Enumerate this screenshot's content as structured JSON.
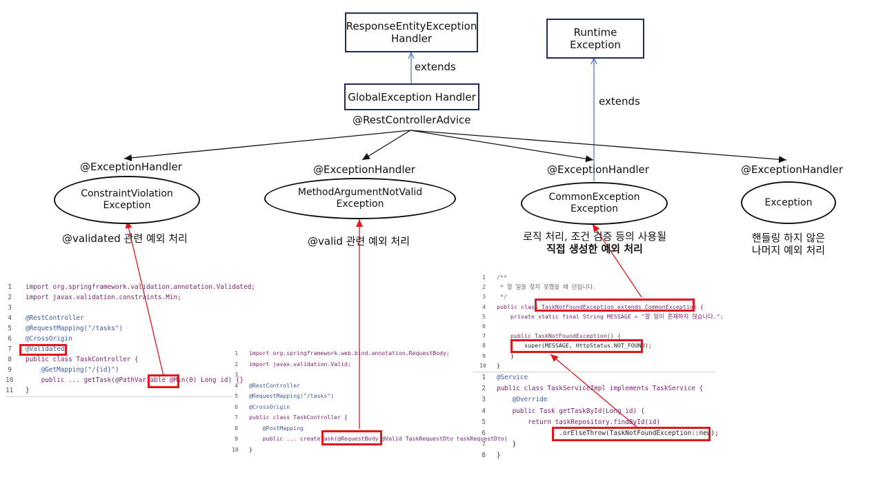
{
  "top": {
    "response_entity_handler": [
      "ResponseEntityException",
      "Handler"
    ],
    "runtime_exception": [
      "Runtime",
      "Exception"
    ],
    "global_handler": "GlobalException Handler",
    "extends_left": "extends",
    "extends_right": "extends",
    "controller_advice": "@RestControllerAdvice"
  },
  "handlers": [
    {
      "annotation": "@ExceptionHandler",
      "exception": [
        "ConstraintViolation",
        "Exception"
      ],
      "note": [
        "@validated 관련 예외 처리"
      ]
    },
    {
      "annotation": "@ExceptionHandler",
      "exception": [
        "MethodArgumentNotValid",
        "Exception"
      ],
      "note": [
        "@valid 관련 예외 처리"
      ]
    },
    {
      "annotation": "@ExceptionHandler",
      "exception": [
        "CommonException",
        "Exception"
      ],
      "note": [
        "로직 처리, 조건 검증 등의 사용될",
        "직접 생성한 예외 처리"
      ]
    },
    {
      "annotation": "@ExceptionHandler",
      "exception": [
        "Exception"
      ],
      "note": [
        "핸들링 하지 않은",
        "나머지 예외 처리"
      ]
    }
  ],
  "code_blocks": {
    "task_controller_validated": [
      {
        "n": "1",
        "t": "import org.springframework.validation.annotation.Validated;"
      },
      {
        "n": "2",
        "t": "import javax.validation.constraints.Min;"
      },
      {
        "n": "3",
        "t": ""
      },
      {
        "n": "4",
        "t": "@RestController"
      },
      {
        "n": "5",
        "t": "@RequestMapping(\"/tasks\")"
      },
      {
        "n": "6",
        "t": "@CrossOrigin"
      },
      {
        "n": "7",
        "t": "@Validated"
      },
      {
        "n": "8",
        "t": "public class TaskController {"
      },
      {
        "n": "9",
        "t": "    @GetMapping(\"/{id}\")"
      },
      {
        "n": "10",
        "t": "    public ... getTask(@PathVariable @Min(0) Long id) {}"
      },
      {
        "n": "11",
        "t": "}"
      }
    ],
    "task_controller_valid": [
      {
        "n": "1",
        "t": "import org.springframework.web.bind.annotation.RequestBody;"
      },
      {
        "n": "2",
        "t": "import javax.validation.Valid;"
      },
      {
        "n": "3",
        "t": ""
      },
      {
        "n": "4",
        "t": "@RestController"
      },
      {
        "n": "5",
        "t": "@RequestMapping(\"/tasks\")"
      },
      {
        "n": "6",
        "t": "@CrossOrigin"
      },
      {
        "n": "7",
        "t": "public class TaskController {"
      },
      {
        "n": "8",
        "t": "    @PostMapping"
      },
      {
        "n": "9",
        "t": "    public ... createTask(@RequestBody @Valid TaskRequestDto taskRequestDto)"
      },
      {
        "n": "10",
        "t": "}"
      }
    ],
    "task_not_found_exception": [
      {
        "n": "1",
        "t": "/**"
      },
      {
        "n": "2",
        "t": " * 할 일을 찾지 못했을 때 던집니다."
      },
      {
        "n": "3",
        "t": " */"
      },
      {
        "n": "4",
        "t": "public class TaskNotFoundException extends CommonException {"
      },
      {
        "n": "5",
        "t": "    private static final String MESSAGE = \"할 일이 존재하지 않습니다.\";"
      },
      {
        "n": "6",
        "t": ""
      },
      {
        "n": "7",
        "t": "    public TaskNotFoundException() {"
      },
      {
        "n": "8",
        "t": "        super(MESSAGE, HttpStatus.NOT_FOUND);"
      },
      {
        "n": "9",
        "t": "    }"
      },
      {
        "n": "10",
        "t": "}"
      }
    ],
    "task_service_impl": [
      {
        "n": "1",
        "t": "@Service"
      },
      {
        "n": "2",
        "t": "public class TaskServiceImpl implements TaskService {"
      },
      {
        "n": "3",
        "t": "    @Override"
      },
      {
        "n": "4",
        "t": "    public Task getTaskById(Long id) {"
      },
      {
        "n": "5",
        "t": "        return taskRepository.findById(id)"
      },
      {
        "n": "6",
        "t": "                .orElseThrow(TaskNotFoundException::new);"
      },
      {
        "n": "7",
        "t": "    }"
      },
      {
        "n": "8",
        "t": "}"
      }
    ]
  },
  "colors": {
    "box_border": "#1f2a5a",
    "extends_arrow": "#4a7ec0",
    "highlight": "#e3141b",
    "edge": "#111111"
  }
}
